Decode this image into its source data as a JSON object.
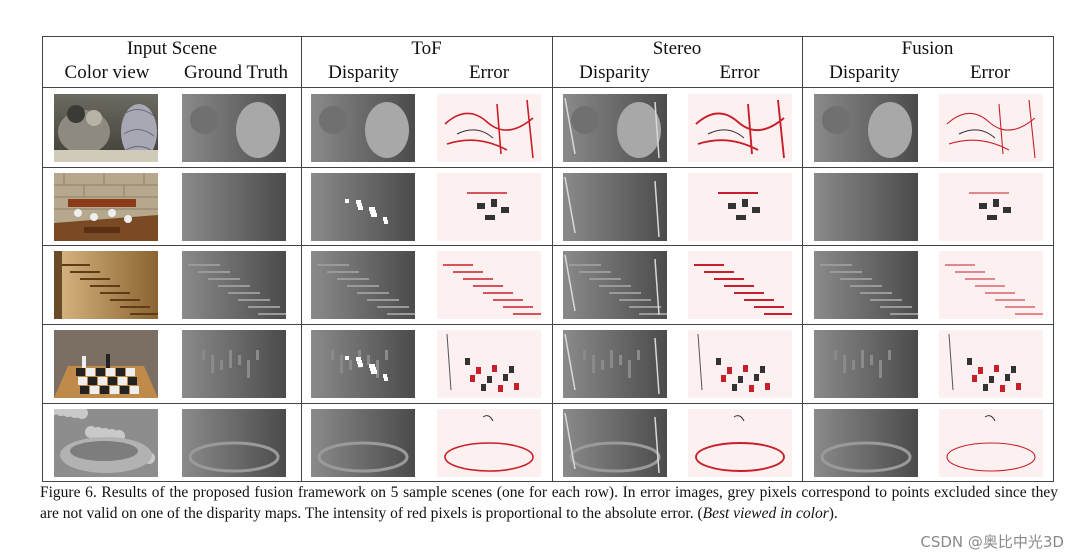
{
  "header": {
    "groups": [
      {
        "label": "Input Scene"
      },
      {
        "label": "ToF"
      },
      {
        "label": "Stereo"
      },
      {
        "label": "Fusion"
      }
    ],
    "columns": [
      "Color view",
      "Ground Truth",
      "Disparity",
      "Error",
      "Disparity",
      "Error",
      "Disparity",
      "Error"
    ]
  },
  "scenes": [
    "row-1",
    "row-2",
    "row-3",
    "row-4",
    "row-5"
  ],
  "caption": {
    "text": "Figure 6. Results of the proposed fusion framework on 5 sample scenes (one for each row). In error images, grey pixels correspond to points excluded since they are not valid on one of the disparity maps. The intensity of red pixels is proportional to the absolute error. (",
    "emphasis": "Best viewed in color",
    "end": ")."
  },
  "watermark": "CSDN @奥比中光3D",
  "colors": {
    "error_red": "#c8202a",
    "error_bg": "#fdf0f0",
    "rule": "#444444"
  }
}
